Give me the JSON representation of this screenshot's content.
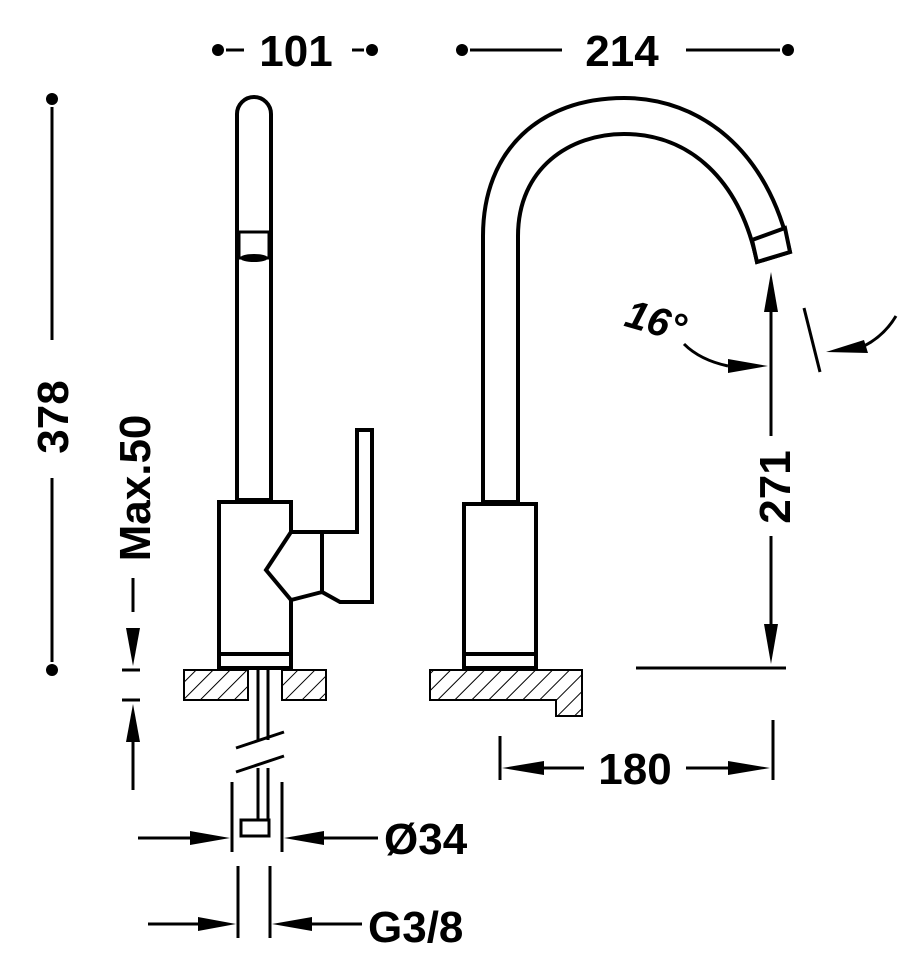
{
  "dimensions": {
    "width_side": "101",
    "width_front": "214",
    "total_height": "378",
    "max_counter": "Max.50",
    "spout_height": "271",
    "spout_angle": "16°",
    "spout_reach": "180",
    "hole_diameter": "Ø34",
    "thread": "G3/8"
  }
}
